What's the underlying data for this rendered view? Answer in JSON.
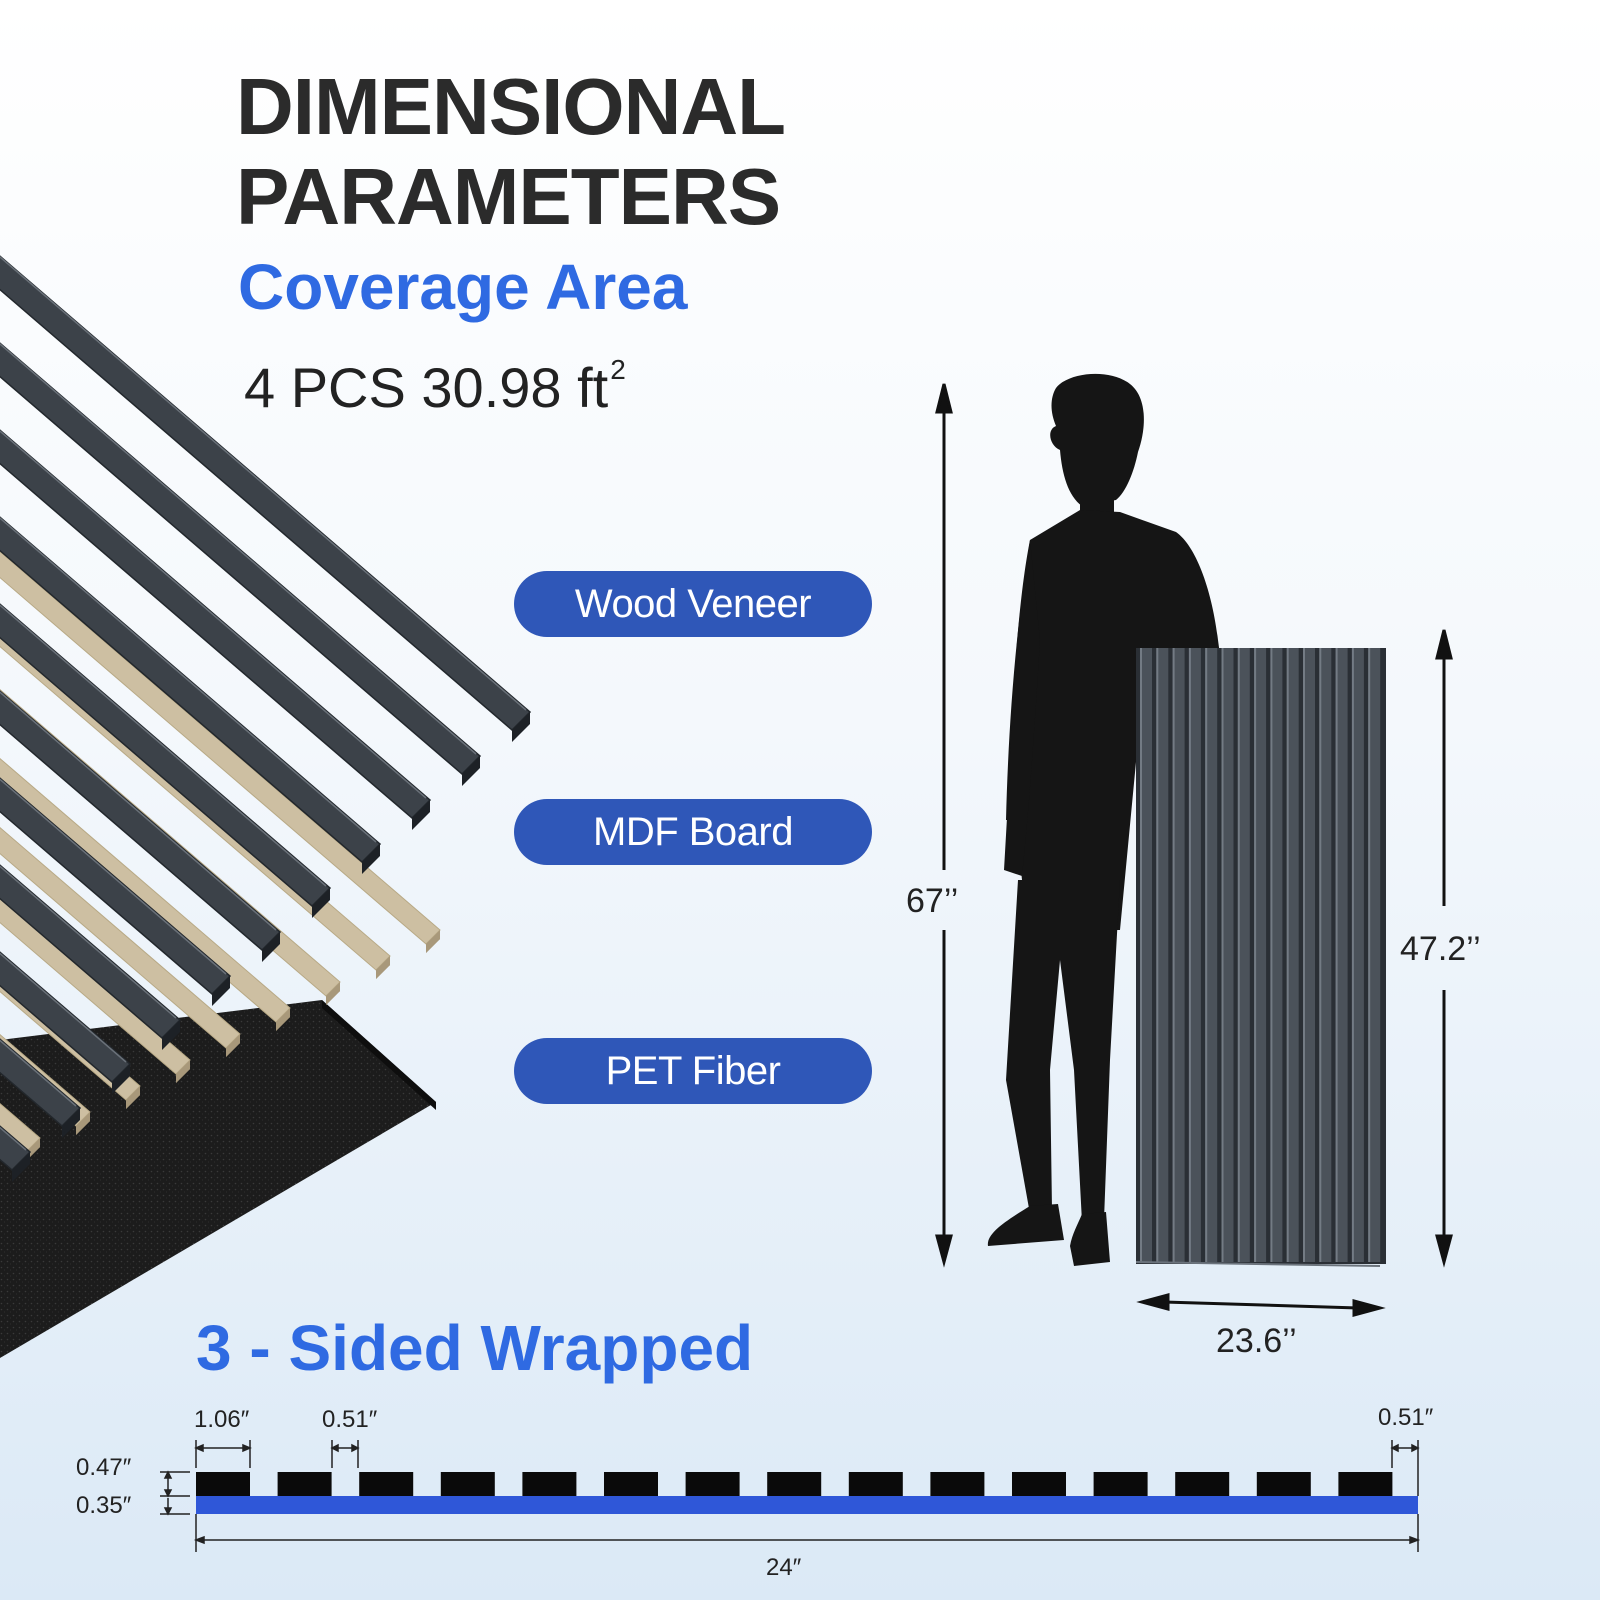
{
  "heading": {
    "line1": "DIMENSIONAL",
    "line2": "PARAMETERS"
  },
  "coverage": {
    "label": "Coverage Area",
    "value": "4 PCS  30.98 ft",
    "superscript": "2"
  },
  "layers": [
    "Wood Veneer",
    "MDF Board",
    "PET Fiber"
  ],
  "dimensions": {
    "person_height": "67’’",
    "panel_height": "47.2’’",
    "panel_width": "23.6’’"
  },
  "profile": {
    "title": "3 - Sided Wrapped",
    "slat_width": "1.06″",
    "gap_width": "0.51″",
    "edge_gap": "0.51″",
    "slat_thickness": "0.47″",
    "backing_thickness": "0.35″",
    "total_width": "24″",
    "slat_count": 15
  },
  "colors": {
    "accent_blue": "#2f6ae2",
    "pill_blue": "#2f57b8",
    "veneer": "#3c4249",
    "mdf": "#cdbfa2",
    "felt": "#1c1c1c",
    "silhouette": "#151515"
  }
}
